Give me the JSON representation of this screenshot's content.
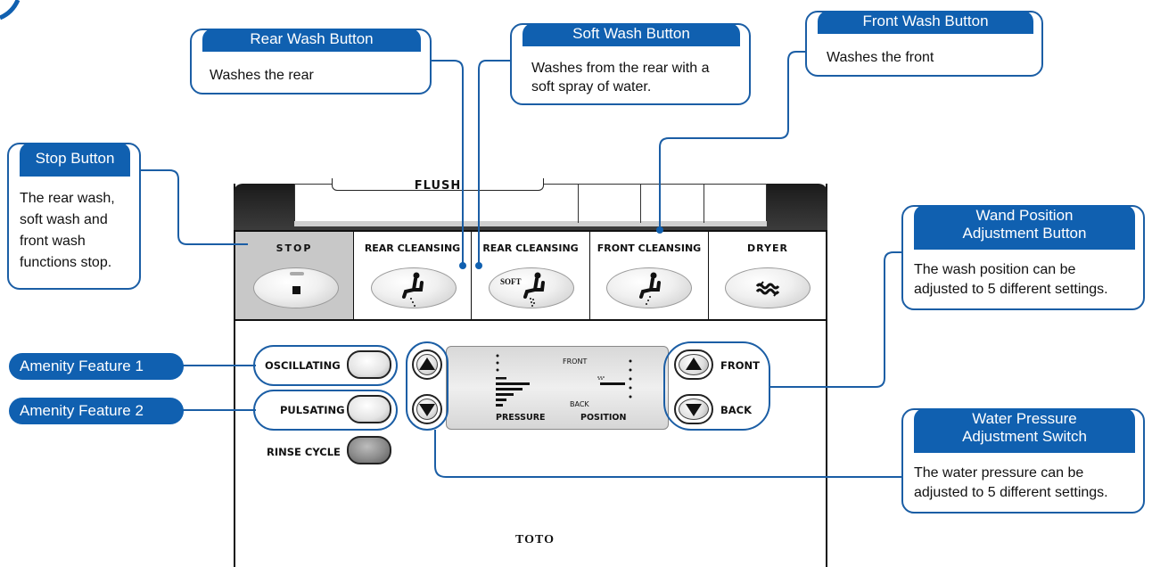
{
  "panel": {
    "flush_label": "FLUSH",
    "brand": "TOTO",
    "stop_label": "STOP",
    "rear_cleansing_label": "REAR CLEANSING",
    "soft_rear_cleansing_label": "REAR CLEANSING",
    "soft_badge": "SOFT",
    "front_cleansing_label": "FRONT CLEANSING",
    "dryer_label": "DRYER",
    "oscillating_label": "OSCILLATING",
    "pulsating_label": "PULSATING",
    "rinse_cycle_label": "RINSE CYCLE",
    "front_label": "FRONT",
    "back_label": "BACK",
    "display": {
      "front_label": "FRONT",
      "back_label": "BACK",
      "pressure_label": "PRESSURE",
      "position_label": "POSITION"
    }
  },
  "callouts": {
    "rear_wash": {
      "title": "Rear Wash Button",
      "body": "Washes the rear"
    },
    "soft_wash": {
      "title": "Soft Wash Button",
      "body_line1": "Washes from the rear with a",
      "body_line2": "soft spray of water."
    },
    "front_wash": {
      "title": "Front Wash Button",
      "body": "Washes the front"
    },
    "stop": {
      "title": "Stop Button",
      "body_line1": "The rear wash,",
      "body_line2": "soft wash and",
      "body_line3": "front wash",
      "body_line4": "functions stop."
    },
    "wand_position": {
      "title_line1": "Wand Position",
      "title_line2": "Adjustment Button",
      "body_line1": "The wash position can be",
      "body_line2": "adjusted to 5 different settings."
    },
    "water_pressure": {
      "title_line1": "Water Pressure",
      "title_line2": "Adjustment Switch",
      "body_line1": "The water pressure can be",
      "body_line2": "adjusted to 5 different settings."
    },
    "amenity_1": "Amenity Feature 1",
    "amenity_2": "Amenity Feature 2"
  },
  "colors": {
    "callout_blue": "#1060b0",
    "line_blue": "#1b5ea5",
    "panel_gray": "#c8c8c8",
    "top_dark": "#2a2a2a"
  },
  "icons": [
    "up-arrow-icon",
    "down-arrow-icon",
    "person-seated-icon",
    "dryer-wave-icon",
    "stop-square-icon"
  ]
}
